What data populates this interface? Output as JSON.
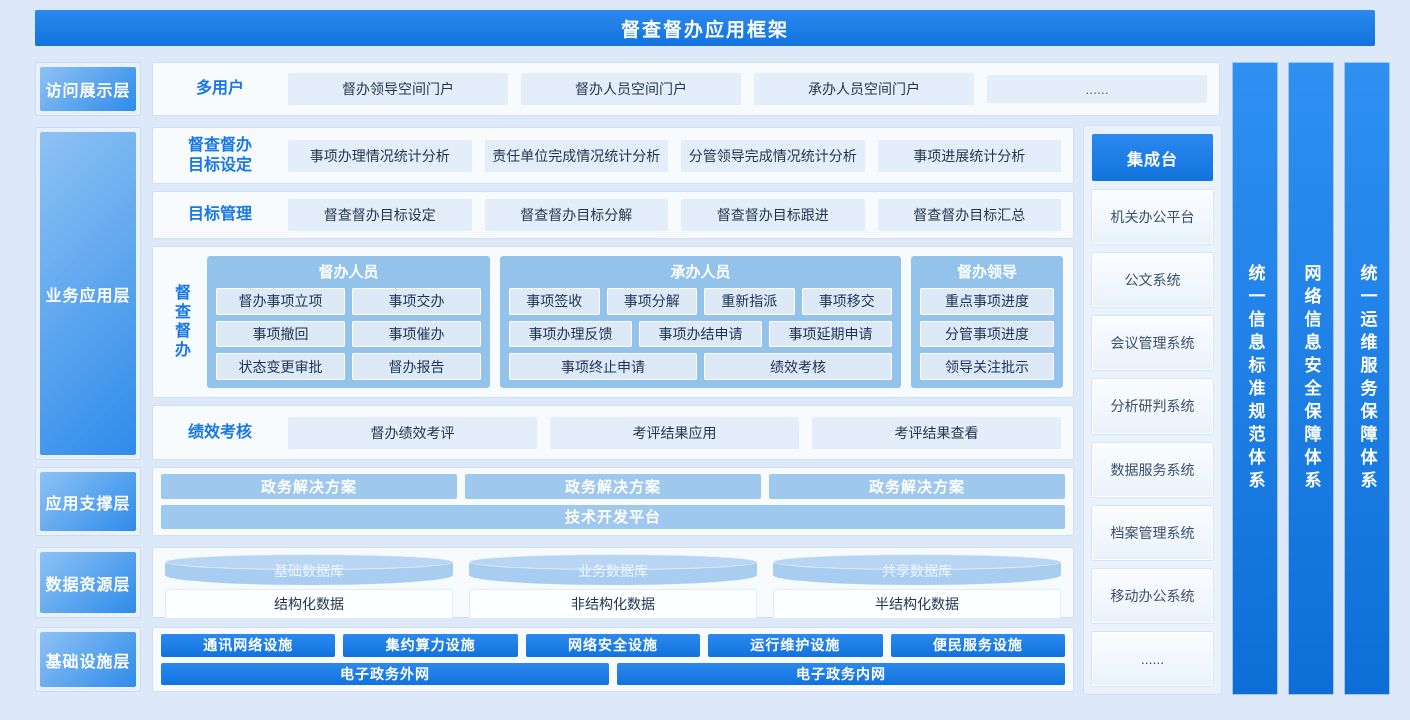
{
  "page": {
    "title": "督查督办应用框架"
  },
  "left_layers": [
    {
      "label": "访问展示层"
    },
    {
      "label": "业务应用层"
    },
    {
      "label": "应用支撑层"
    },
    {
      "label": "数据资源层"
    },
    {
      "label": "基础设施层"
    }
  ],
  "access_row": {
    "label": "多用户",
    "items": [
      "督办领导空间门户",
      "督办人员空间门户",
      "承办人员空间门户",
      "......"
    ]
  },
  "target_stat_row": {
    "label_lines": [
      "督查督办",
      "目标设定"
    ],
    "items": [
      "事项办理情况统计分析",
      "责任单位完成情况统计分析",
      "分管领导完成情况统计分析",
      "事项进展统计分析"
    ]
  },
  "target_mgmt_row": {
    "label": "目标管理",
    "items": [
      "督查督办目标设定",
      "督查督办目标分解",
      "督查督办目标跟进",
      "督查督办目标汇总"
    ]
  },
  "ducha_row": {
    "label": "督查督办",
    "groups": [
      {
        "title": "督办人员",
        "rows": [
          [
            "督办事项立项",
            "事项交办"
          ],
          [
            "事项撤回",
            "事项催办"
          ],
          [
            "状态变更审批",
            "督办报告"
          ]
        ]
      },
      {
        "title": "承办人员",
        "rows": [
          [
            "事项签收",
            "事项分解",
            "重新指派",
            "事项移交"
          ],
          [
            "事项办理反馈",
            "事项办结申请",
            "事项延期申请"
          ],
          [
            "事项终止申请",
            "绩效考核"
          ]
        ]
      },
      {
        "title": "督办领导",
        "rows": [
          [
            "重点事项进度"
          ],
          [
            "分管事项进度"
          ],
          [
            "领导关注批示"
          ]
        ]
      }
    ]
  },
  "performance_row": {
    "label": "绩效考核",
    "items": [
      "督办绩效考评",
      "考评结果应用",
      "考评结果查看"
    ]
  },
  "support_row": {
    "solutions": [
      "政务解决方案",
      "政务解决方案",
      "政务解决方案"
    ],
    "platform": "技术开发平台"
  },
  "data_row": {
    "databases": [
      {
        "name": "基础数据库",
        "type": "结构化数据"
      },
      {
        "name": "业务数据库",
        "type": "非结构化数据"
      },
      {
        "name": "共享数据库",
        "type": "半结构化数据"
      }
    ]
  },
  "infra_row": {
    "facilities": [
      "通讯网络设施",
      "集约算力设施",
      "网络安全设施",
      "运行维护设施",
      "便民服务设施"
    ],
    "networks": [
      "电子政务外网",
      "电子政务内网"
    ]
  },
  "integration": {
    "header": "集成台",
    "systems": [
      "机关办公平台",
      "公文系统",
      "会议管理系统",
      "分析研判系统",
      "数据服务系统",
      "档案管理系统",
      "移动办公系统",
      "......"
    ]
  },
  "pillars": [
    "统一信息标准规范体系",
    "网络信息安全保障体系",
    "统一运维服务保障体系"
  ],
  "colors": {
    "background": "#dde9f8",
    "primary_blue": "#1b80e8",
    "light_item": "#e3eefa",
    "group_blue": "#93c2ea",
    "bar_blue": "#9fc8ef",
    "label_blue": "#1778e8"
  }
}
